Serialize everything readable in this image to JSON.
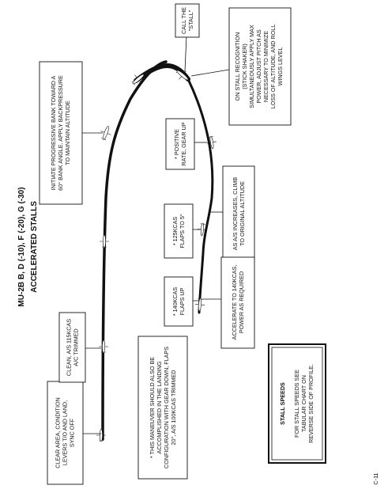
{
  "header": {
    "title_line1": "MU-2B B, D (-10), F (-20), G (-30)",
    "title_line2": "ACCELERATED STALLS"
  },
  "notes": {
    "clear_area": [
      "CLEAR AREA, CONDITION",
      "LEVERS T/O AND LAND,",
      "SYNC OFF"
    ],
    "clean": [
      "CLEAN, A/S 115KCAS",
      "A/C TRIMMED"
    ],
    "initiate": [
      "INITIATE PROGRESSIVE  BANK TOWARD A",
      "60° BANK ANGLE. APPLY BACKPRESSURE",
      "TO MAINTAIN ALTITUDE"
    ],
    "call_stall": [
      "CALL THE",
      "\"STALL\""
    ],
    "on_stall": [
      "ON STALL RECOGNITION",
      "(STICK SHAKER)",
      "SIMULTANEOUSLY APPLY MAX",
      "POWER, ADJUST PITCH AS",
      "NECESSARY TO MINIMIZE",
      "LOSS OF ALTITUDE, AND ROLL",
      "WINGS LEVEL"
    ],
    "positive_rate": [
      "* POSITIVE",
      "RATE, GEAR UP"
    ],
    "as_increases": [
      "AS A/S INCREASES, CLIMB",
      "TO ORIGINAL ALTITUDE"
    ],
    "flaps5": [
      "* 125KCAS",
      "FLAPS TO 5°"
    ],
    "flaps_up": [
      "* 140KCAS",
      "FLAPS UP"
    ],
    "accelerate": [
      "ACCELERATE TO 140KCAS,",
      "POWER AS REQUIRED"
    ],
    "maneuver": [
      "* THIS MANEUVER SHOULD ALSO BE",
      "ACCOMPLISHED IN THE LANDING",
      "CONFIGURATION WITH GEAR DOWN, FLAPS",
      "20°, A/S 100KCAS TRIMMED"
    ]
  },
  "stall_box": {
    "title": "STALL SPEEDS",
    "lines": [
      "FOR STALL SPEEDS SEE",
      "TABULAR  CHART ON",
      "REVERSE SIDE OF PROFILE."
    ]
  },
  "page_number": "C-11",
  "icons": [
    "airplane-icon"
  ]
}
